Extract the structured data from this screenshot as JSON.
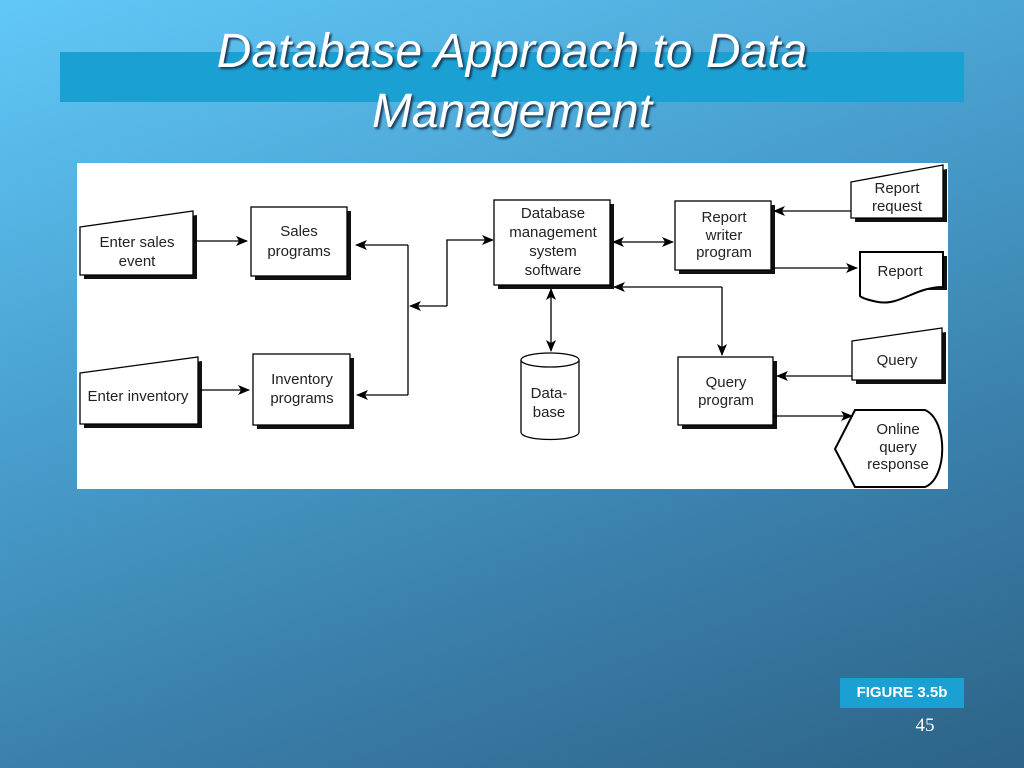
{
  "slide": {
    "title_line1": "Database Approach to Data",
    "title_line2": "Management",
    "figure_label": "FIGURE 3.5b",
    "page_number": "45"
  },
  "diagram": {
    "enter_sales": [
      "Enter sales",
      "event"
    ],
    "sales_programs": [
      "Sales",
      "programs"
    ],
    "enter_inventory": [
      "Enter inventory"
    ],
    "inventory_programs": [
      "Inventory",
      "programs"
    ],
    "dbms": [
      "Database",
      "management",
      "system",
      "software"
    ],
    "database": [
      "Data-",
      "base"
    ],
    "report_writer": [
      "Report",
      "writer",
      "program"
    ],
    "report_request": [
      "Report",
      "request"
    ],
    "report": [
      "Report"
    ],
    "query_program": [
      "Query",
      "program"
    ],
    "query": [
      "Query"
    ],
    "online_response": [
      "Online",
      "query",
      "response"
    ]
  }
}
